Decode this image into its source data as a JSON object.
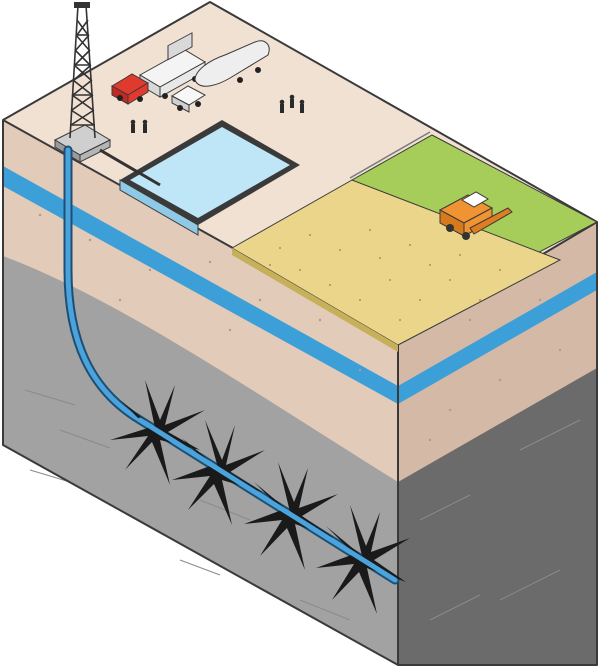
{
  "scene": {
    "elements": [
      "drilling-rig",
      "water-pond",
      "truck-red",
      "truck-white-tanker",
      "workers",
      "crop-field",
      "combine-harvester",
      "aquifer",
      "shale-layer",
      "horizontal-well",
      "fractures"
    ]
  },
  "colors": {
    "surface": "#f1e1d3",
    "soil": "#e3cbb9",
    "aquifer": "#3d9fd8",
    "shale_front": "#a2a2a2",
    "shale_side": "#6b6b6b",
    "pond_water": "#bfe6f7",
    "crop_field": "#ead58a",
    "grass": "#a6cd5a",
    "well_pipe": "#4aa3dc",
    "harvester": "#f09433",
    "truck_red": "#e03a2f"
  },
  "fractures": {
    "count": 4
  }
}
